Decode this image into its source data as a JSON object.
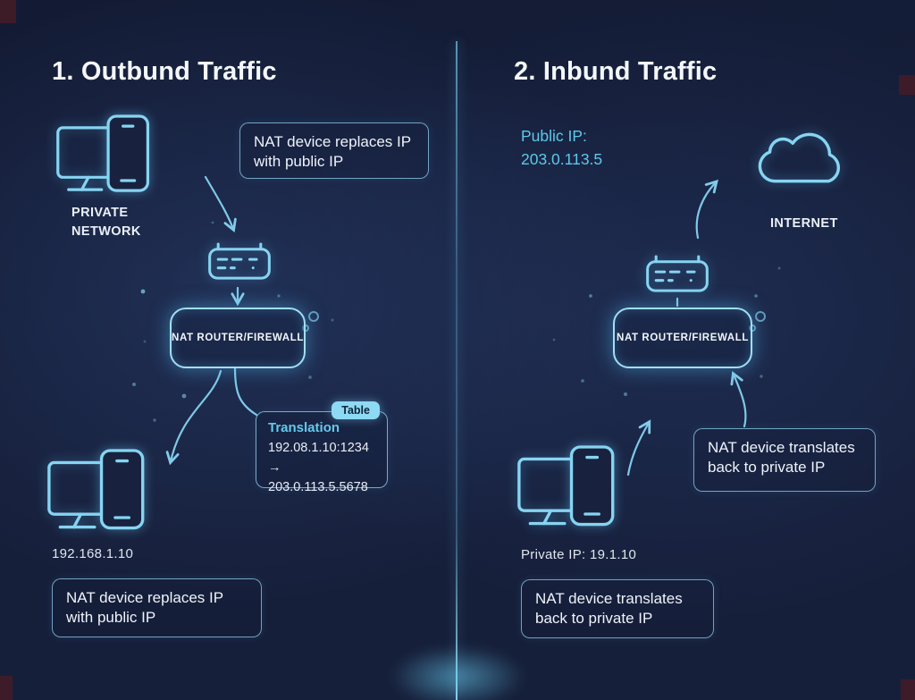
{
  "colors": {
    "background": "#161f3a",
    "accent": "#7fd3f0",
    "box_border": "#8fd2ee",
    "title_text": "#f4f7fb",
    "cyan_text": "#5fc8e8",
    "badge_bg": "#8ed9f4",
    "badge_text": "#0d2438"
  },
  "icons": {
    "devices": "monitor-and-phone-outline",
    "router": "router-device-outline",
    "cloud": "cloud-outline",
    "arrows": "curved-connector-arrows"
  },
  "left": {
    "title": "1. Outbund Traffic",
    "network_label": "PRIVATE NETWORK",
    "callout_top": "NAT device replaces IP with public IP",
    "router_label": "NAT ROUTER/FIREWALL",
    "translation_title": "Translation",
    "translation_badge": "Table",
    "translation_row1": "192.08.1.10:1234",
    "translation_row2": "→ 203.0.113.5.5678",
    "device_ip": "192.168.1.10",
    "callout_bottom": "NAT device replaces IP with public IP"
  },
  "right": {
    "title": "2. Inbund Traffic",
    "public_ip_label": "Public IP:",
    "public_ip_value": "203.0.113.5",
    "internet_label": "INTERNET",
    "router_label": "NAT ROUTER/FIREWALL",
    "callout_mid": "NAT device translates back to private IP",
    "device_ip": "Private IP: 19.1.10",
    "callout_bottom": "NAT device translates back to private IP"
  }
}
